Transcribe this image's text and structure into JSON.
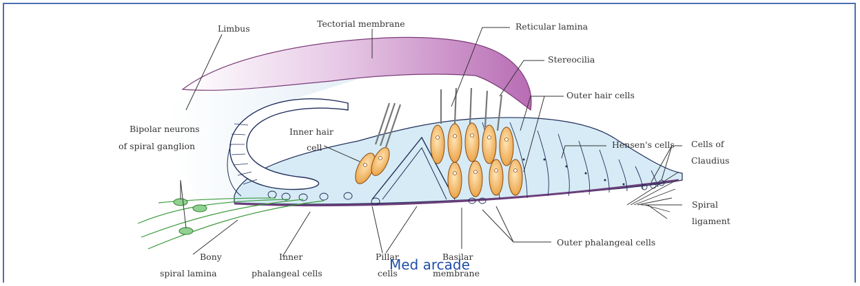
{
  "diagram": {
    "labels": {
      "limbus": "Limbus",
      "tectorial_membrane": "Tectorial membrane",
      "reticular_lamina": "Reticular lamina",
      "stereocilia": "Stereocilia",
      "outer_hair_cells": "Outer hair cells",
      "hensens_cells": "Hensen's cells",
      "cells_of_claudius_1": "Cells of",
      "cells_of_claudius_2": "Claudius",
      "bipolar_neurons_1": "Bipolar neurons",
      "bipolar_neurons_2": "of spiral ganglion",
      "inner_hair_cell_1": "Inner hair",
      "inner_hair_cell_2": "cell",
      "spiral_ligament_1": "Spiral",
      "spiral_ligament_2": "ligament",
      "bony_spiral_lamina_1": "Bony",
      "bony_spiral_lamina_2": "spiral lamina",
      "inner_phalangeal_1": "Inner",
      "inner_phalangeal_2": "phalangeal cells",
      "pillar_cells_1": "Pillar",
      "pillar_cells_2": "cells",
      "basilar_membrane_1": "Basilar",
      "basilar_membrane_2": "membrane",
      "outer_phalangeal_cells": "Outer phalangeal cells"
    },
    "overlay_caption": "Med arcade",
    "colors": {
      "tectorial": "#b86cb4",
      "tissue_blue": "#cfe6f2",
      "hair_cell": "#f0a84a",
      "nerve": "#3c9a3c",
      "caption": "#1f4fa8",
      "frame": "#4a6fb0"
    }
  }
}
